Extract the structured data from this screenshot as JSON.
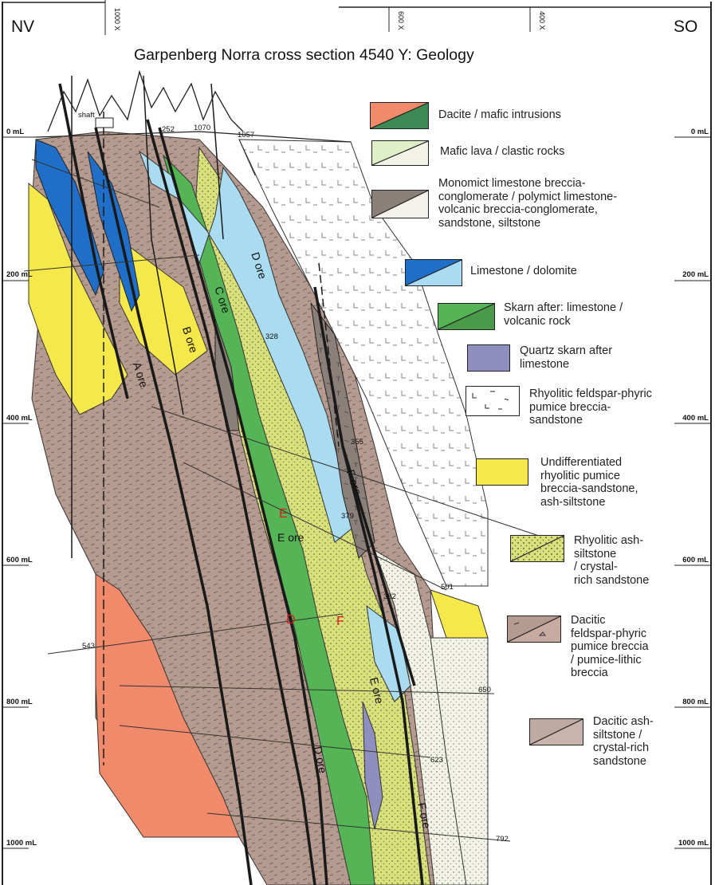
{
  "header": {
    "corner_left": "NV",
    "corner_right": "SO",
    "title": "Garpenberg Norra cross section 4540 Y: Geology",
    "grid_top": [
      "1000 X",
      "600 X",
      "400 X"
    ]
  },
  "depth_labels": [
    "0 mL",
    "200 mL",
    "400 mL",
    "600 mL",
    "800 mL",
    "1000 mL"
  ],
  "legend": [
    {
      "text": "Dacite / mafic intrusions",
      "colors": [
        "#f08a6a",
        "#3e8a55"
      ]
    },
    {
      "text": "Mafic lava / clastic rocks",
      "colors": [
        "#dff0c8",
        "#f2f2e6"
      ]
    },
    {
      "text": "Monomict limestone breccia-\nconglomerate / polymict limestone-\nvolcanic breccia-conglomerate,\nsandstone, siltstone",
      "colors": [
        "#8a8079",
        "#f4f0ea"
      ]
    },
    {
      "text": "Limestone / dolomite",
      "colors": [
        "#1f6fc8",
        "#a9dcf0"
      ]
    },
    {
      "text": "Skarn after: limestone /\nvolcanic rock",
      "colors": [
        "#55b455",
        "#4a9a4a"
      ]
    },
    {
      "text": "Quartz skarn after\nlimestone",
      "colors": [
        "#8f8fbf",
        "#8f8fbf"
      ]
    },
    {
      "text": "Rhyolitic feldspar-phyric\npumice breccia-\nsandstone",
      "colors": [
        "#ffffff",
        "#ffffff"
      ]
    },
    {
      "text": "Undifferentiated\nrhyolitic pumice\nbreccia-sandstone,\nash-siltstone",
      "colors": [
        "#f5e84a",
        "#f5e84a"
      ]
    },
    {
      "text": "Rhyolitic ash-\nsiltstone\n/ crystal-\nrich sandstone",
      "colors": [
        "#d8e07a",
        "#c8d070"
      ]
    },
    {
      "text": "Dacitic\nfeldspar-phyric\npumice breccia\n/ pumice-lithic\nbreccia",
      "colors": [
        "#b59a90",
        "#c7aba0"
      ]
    },
    {
      "text": "Dacitic ash-\nsiltstone /\ncrystal-rich\nsandstone",
      "colors": [
        "#bfaaa3",
        "#c9b4ad"
      ]
    }
  ],
  "section": {
    "shaft_label": "shaft",
    "ore_labels": [
      "A ore",
      "B ore",
      "C ore",
      "D ore",
      "E ore",
      "F ore",
      "E ore",
      "D ore",
      "F ore"
    ],
    "red_labels": [
      "E",
      "D",
      "F"
    ],
    "drillhole_labels": [
      "252",
      "1070",
      "1057",
      "328",
      "355",
      "379",
      "382",
      "501",
      "543",
      "650",
      "623",
      "792"
    ]
  },
  "colors": {
    "dacite_intrusion": "#f08a6a",
    "limestone": "#1f6fc8",
    "dolomite": "#a9dcf0",
    "skarn": "#55b455",
    "quartz_skarn": "#8f8fbf",
    "undiff_rhyolitic": "#f5e84a",
    "rhyolitic_ash": "#d8e07a",
    "dacitic_breccia": "#b59a90",
    "ore_label_red": "#d81e1e"
  }
}
